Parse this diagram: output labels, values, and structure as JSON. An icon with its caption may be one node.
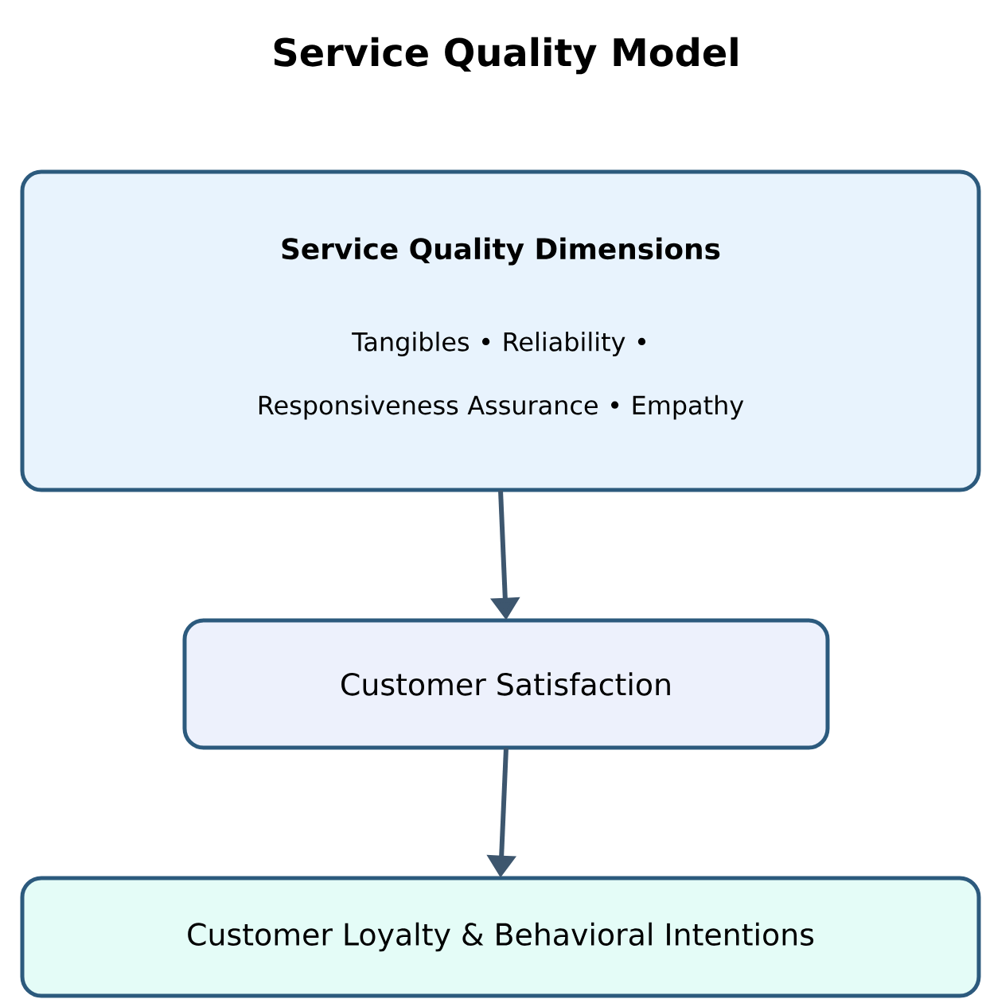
{
  "diagram": {
    "title": "Service Quality Model",
    "nodes": [
      {
        "text": [
          "Service Quality Dimensions",
          "Tangibles • Reliability • Responsiveness Assurance • Empathy"
        ]
      },
      {
        "text": [
          "Customer Satisfaction"
        ]
      },
      {
        "text": [
          "Customer Loyalty & Behavioral Intentions"
        ]
      }
    ],
    "edges": [
      {
        "from": 0,
        "to": 1,
        "arrow": "to"
      },
      {
        "from": 1,
        "to": 2,
        "arrow": "to"
      }
    ]
  }
}
